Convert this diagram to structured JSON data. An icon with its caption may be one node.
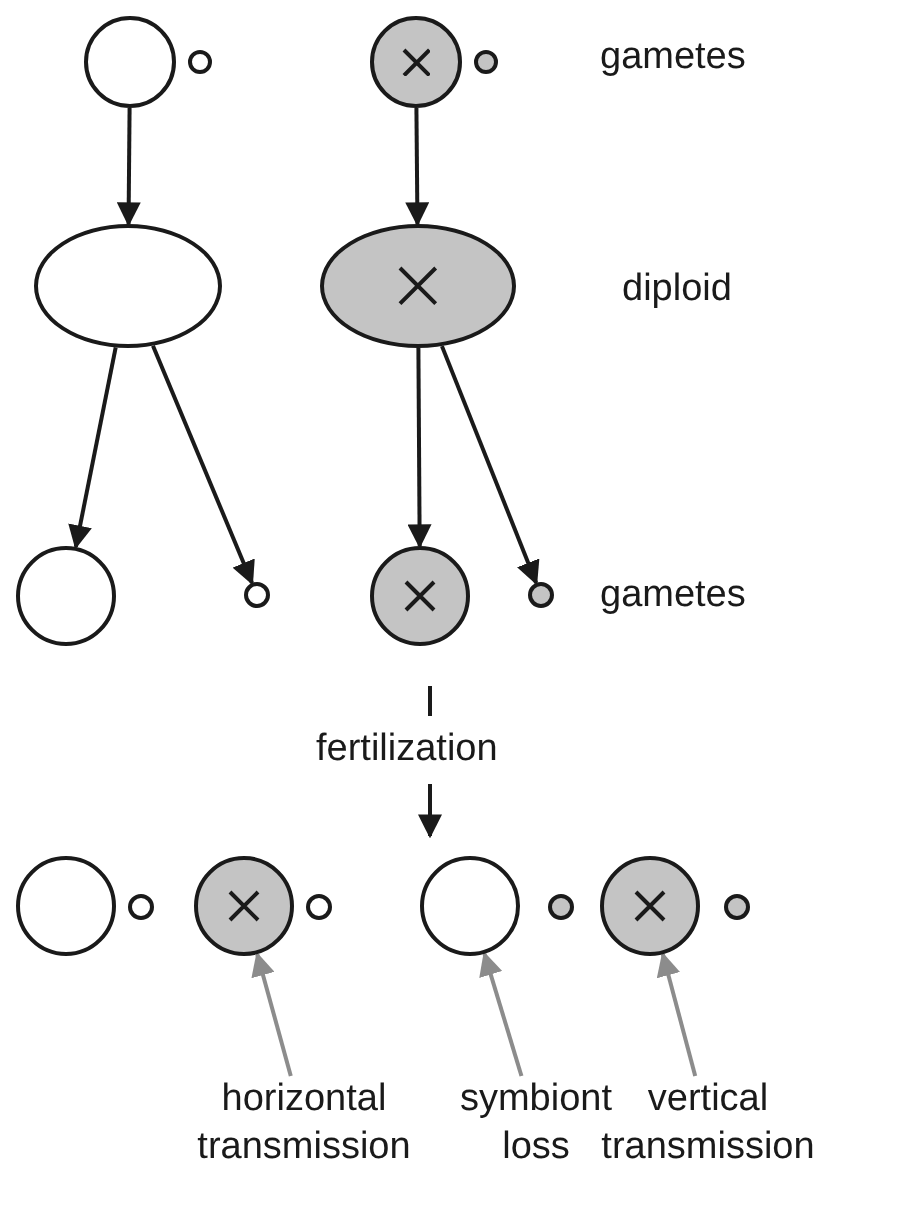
{
  "diagram": {
    "nodes": [
      {
        "text": [],
        "shape": "circle"
      },
      {
        "text": [],
        "shape": "circle"
      },
      {
        "text": [],
        "shape": "circle"
      },
      {
        "text": [],
        "shape": "circle"
      },
      {
        "text": [],
        "shape": "ellipse"
      },
      {
        "text": [],
        "shape": "ellipse"
      },
      {
        "text": [],
        "shape": "circle"
      },
      {
        "text": [],
        "shape": "circle"
      },
      {
        "text": [],
        "shape": "circle"
      },
      {
        "text": [],
        "shape": "circle"
      },
      {
        "text": [],
        "shape": "circle"
      },
      {
        "text": [],
        "shape": "circle"
      },
      {
        "text": [],
        "shape": "circle"
      },
      {
        "text": [],
        "shape": "circle"
      },
      {
        "text": [],
        "shape": "circle"
      },
      {
        "text": [],
        "shape": "circle"
      },
      {
        "text": [],
        "shape": "circle"
      },
      {
        "text": [],
        "shape": "circle"
      },
      {
        "text": [
          "horizontal transmission"
        ]
      },
      {
        "text": [
          "symbiont loss"
        ]
      },
      {
        "text": [
          "vertical transmission"
        ]
      }
    ],
    "edges": [
      {
        "from": 0,
        "to": 4,
        "arrow": "to"
      },
      {
        "from": 2,
        "to": 5,
        "arrow": "to"
      },
      {
        "from": 4,
        "to": 6,
        "arrow": "to"
      },
      {
        "from": 4,
        "to": 7,
        "arrow": "to"
      },
      {
        "from": 5,
        "to": 8,
        "arrow": "to"
      },
      {
        "from": 5,
        "to": 9,
        "arrow": "to"
      },
      {
        "from": 18,
        "to": 12,
        "arrow": "to",
        "color": "#8c8c8c"
      },
      {
        "from": 19,
        "to": 14,
        "arrow": "to",
        "color": "#8c8c8c"
      },
      {
        "from": 20,
        "to": 16,
        "arrow": "to",
        "color": "#8c8c8c"
      }
    ],
    "labels": [
      "gametes",
      "diploid",
      "gametes",
      "fertilization"
    ]
  }
}
